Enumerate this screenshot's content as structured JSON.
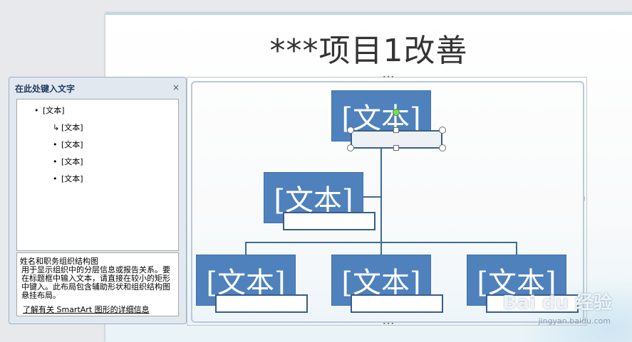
{
  "slide": {
    "title": "***项目1改善"
  },
  "smartart": {
    "nodes": [
      {
        "label": "[文本]"
      },
      {
        "label": "[文本]"
      },
      {
        "label": "[文本]"
      },
      {
        "label": "[文本]"
      },
      {
        "label": "[文本]"
      }
    ]
  },
  "text_pane": {
    "title": "在此处键入文字",
    "close_icon": "×",
    "items": [
      {
        "bullet": "•",
        "text": "[文本]"
      },
      {
        "bullet": "↳",
        "text": "[文本]"
      },
      {
        "bullet": "•",
        "text": "[文本]"
      },
      {
        "bullet": "•",
        "text": "[文本]"
      },
      {
        "bullet": "•",
        "text": "[文本]"
      }
    ],
    "info_title": "姓名和职务组织结构图",
    "info_desc": "用于显示组织中的分层信息或报告关系。要在标题框中输入文本，请直接在较小的矩形中键入。此布局包含辅助形状和组织结构图悬挂布局。",
    "learn_more": "了解有关 SmartArt 图形的详细信息"
  },
  "watermark": {
    "brand": "Bai du 经验",
    "url": "jingyan.baidu.com"
  },
  "colors": {
    "node_fill": "#4f81bd",
    "connector": "#3d6b96"
  }
}
